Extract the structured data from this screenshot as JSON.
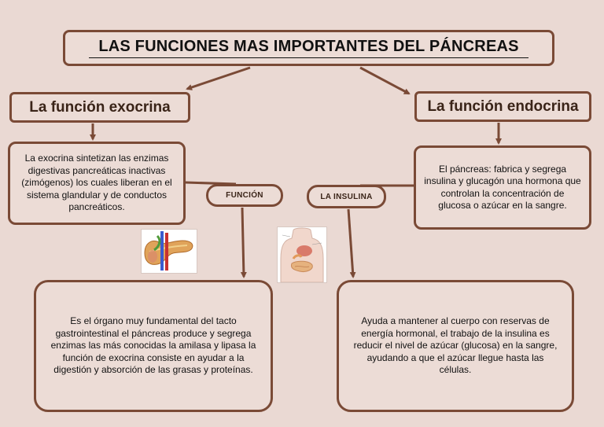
{
  "title": "LAS FUNCIONES MAS IMPORTANTES DEL PÁNCREAS",
  "left": {
    "heading": "La función exocrina",
    "description": "La exocrina sintetizan las enzimas digestivas pancreáticas inactivas (zimógenos) los cuales liberan en el sistema glandular y de conductos pancreáticos.",
    "connector_label": "FUNCIÓN",
    "detail": "Es el órgano muy fundamental del tacto gastrointestinal el páncreas produce y segrega enzimas las más conocidas la amilasa y lipasa la función de exocrina consiste en ayudar a la digestión y absorción de las grasas y proteínas.",
    "image_icon": "pancreas-illustration"
  },
  "right": {
    "heading": "La función endocrina",
    "description": "El páncreas: fabrica y segrega insulina y glucagón una hormona que controlan la concentración de glucosa o azúcar en la sangre.",
    "connector_label": "LA INSULINA",
    "detail": "Ayuda a mantener al cuerpo con reservas de energía hormonal, el trabajo de la insulina es reducir el nivel de azúcar (glucosa) en la sangre, ayudando a que el azúcar llegue hasta las células.",
    "image_icon": "digestive-system-illustration"
  },
  "colors": {
    "background": "#ead9d3",
    "border": "#7a4a36",
    "heading_text": "#3a2418"
  }
}
